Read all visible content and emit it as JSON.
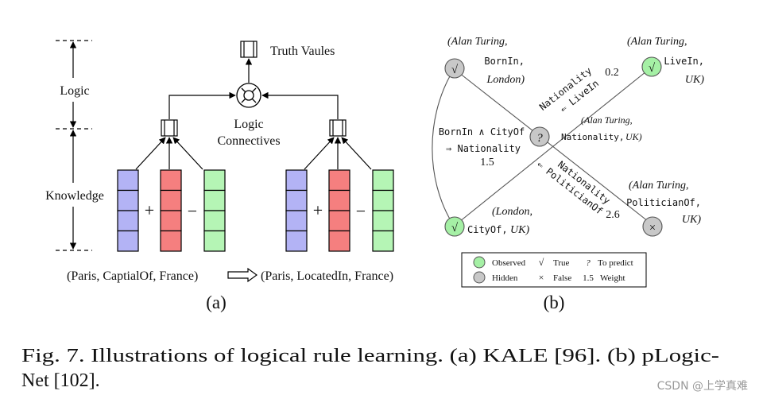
{
  "panel_a": {
    "axis_logic": "Logic",
    "axis_knowledge": "Knowledge",
    "truth_values": "Truth Vaules",
    "logic_connectives_1": "Logic",
    "logic_connectives_2": "Connectives",
    "plus_symbol": "+",
    "minus_symbol": "−",
    "triple_left": "(Paris, CaptialOf, France)",
    "triple_right": "(Paris, LocatedIn, France)",
    "label": "(a)",
    "colors": {
      "head": "#b3b3f5",
      "relation": "#f57f7f",
      "tail": "#b5f5b5"
    }
  },
  "panel_b": {
    "nodes": {
      "top_left": {
        "line1": "(Alan Turing,",
        "line2": "BornIn,",
        "line3": "London)",
        "mark": "√"
      },
      "top_right": {
        "line1": "(Alan Turing,",
        "line2": "LiveIn,",
        "line3": "UK)",
        "mark": "√"
      },
      "center": {
        "line1": "(Alan Turing,",
        "line2": "Nationality,",
        "line2b": "UK)",
        "mark": "?"
      },
      "bottom_left": {
        "line1": "(London,",
        "line2": "CityOf,",
        "line2b": "UK)",
        "mark": "√"
      },
      "bottom_right": {
        "line1": "(Alan Turing,",
        "line2": "PoliticianOf,",
        "line3": "UK)",
        "mark": "×"
      }
    },
    "rules": {
      "r1_head": "Nationality",
      "r1_body": "⇐ LiveIn",
      "r1_weight": "0.2",
      "r2_line1": "BornIn ∧ CityOf",
      "r2_line2": "⇒ Nationality",
      "r2_weight": "1.5",
      "r3_head": "Nationality",
      "r3_body": "⇐ PoliticianOf",
      "r3_weight": "2.6"
    },
    "legend": {
      "observed": "Observed",
      "hidden": "Hidden",
      "true_sym": "√",
      "true_label": "True",
      "false_sym": "×",
      "false_label": "False",
      "predict_sym": "?",
      "predict_label": "To predict",
      "weight_sym": "1.5",
      "weight_label": "Weight"
    },
    "label": "(b)",
    "colors": {
      "observed": "#a5f0a5",
      "hidden": "#c8c8c8"
    }
  },
  "caption": {
    "line1": "Fig. 7.    Illustrations of logical rule learning. (a) KALE [96]. (b) pLogic-",
    "line2": "Net [102]."
  },
  "watermark": "CSDN @上学真难"
}
